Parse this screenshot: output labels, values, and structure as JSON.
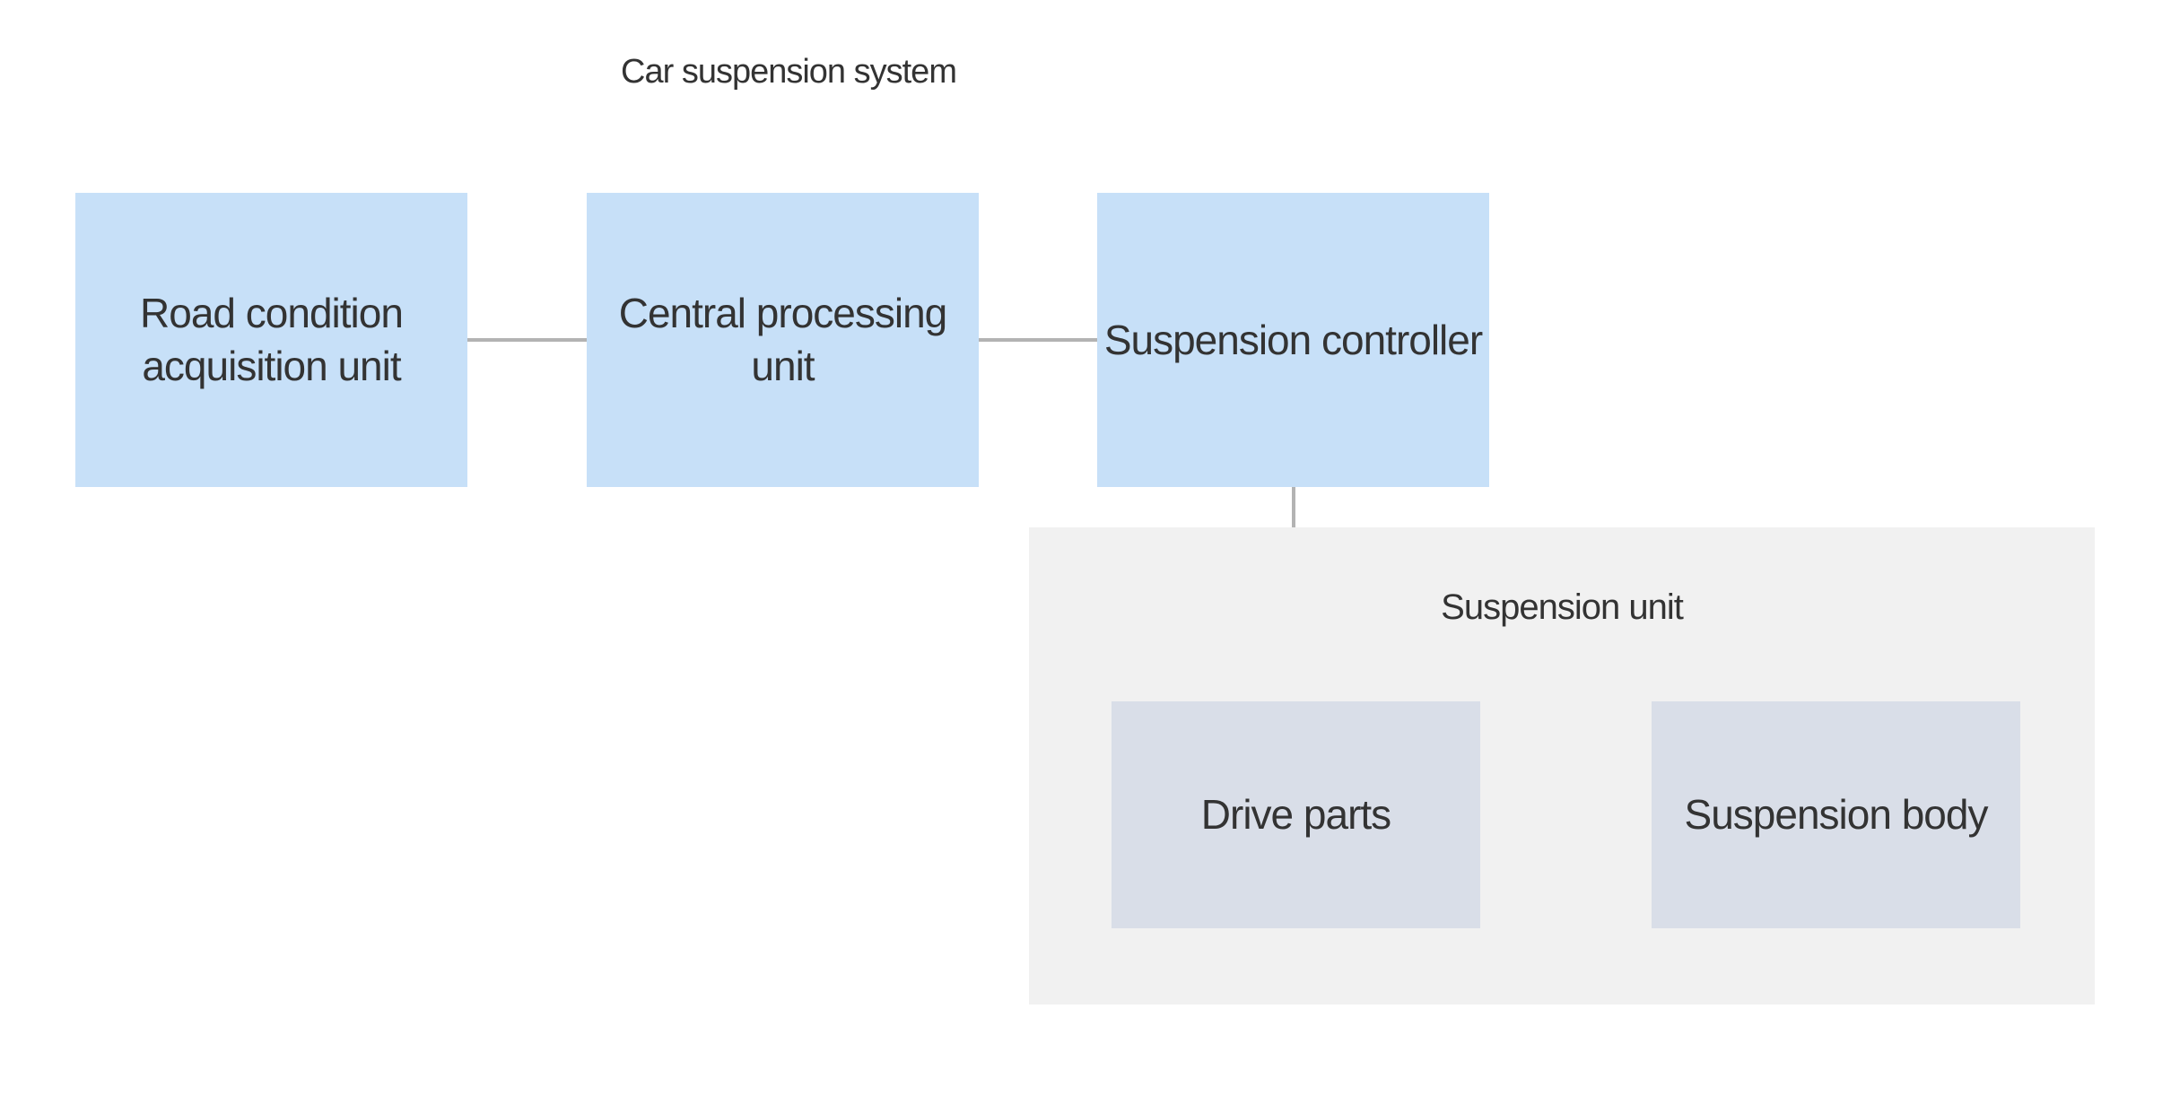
{
  "diagram": {
    "title": "Car suspension system",
    "colors": {
      "block_fill": "#c7e0f8",
      "container_fill": "#f1f1f1",
      "inner_block_fill": "#d9dee8",
      "edge_color": "#b3b3b3",
      "text_color": "#333333"
    },
    "blocks": [
      {
        "id": "road_condition_acquisition_unit",
        "label": "Road condition acquisition unit"
      },
      {
        "id": "central_processing_unit",
        "label": "Central processing unit"
      },
      {
        "id": "suspension_controller",
        "label": "Suspension controller"
      }
    ],
    "container": {
      "label": "Suspension unit",
      "blocks": [
        {
          "id": "drive_parts",
          "label": "Drive parts"
        },
        {
          "id": "suspension_body",
          "label": "Suspension body"
        }
      ]
    },
    "edges": [
      {
        "from": "road_condition_acquisition_unit",
        "to": "central_processing_unit"
      },
      {
        "from": "central_processing_unit",
        "to": "suspension_controller"
      },
      {
        "from": "suspension_controller",
        "to": "drive_parts"
      },
      {
        "from": "drive_parts",
        "to": "suspension_body"
      }
    ]
  }
}
